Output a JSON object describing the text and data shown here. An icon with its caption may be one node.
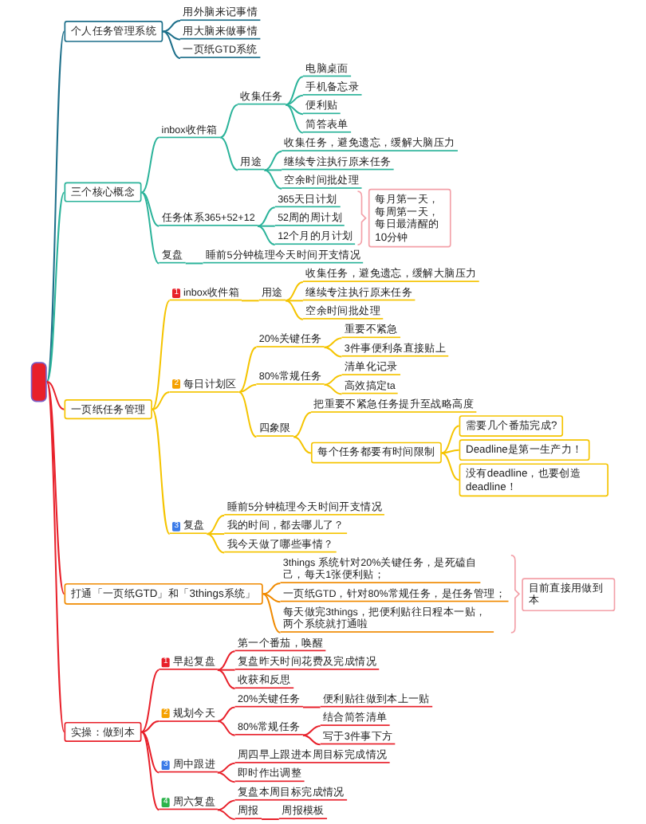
{
  "diagram": {
    "nodes": [
      {
        "text": [],
        "shape": "box"
      },
      {
        "text": [
          "个人任务管理系统"
        ]
      },
      {
        "text": [
          "用外脑来记事情"
        ]
      },
      {
        "text": [
          "用大脑来做事情"
        ]
      },
      {
        "text": [
          "一页纸GTD系统"
        ]
      },
      {
        "text": [
          "三个核心概念"
        ]
      },
      {
        "text": [
          "inbox收件箱"
        ]
      },
      {
        "text": [
          "收集任务"
        ]
      },
      {
        "text": [
          "电脑桌面"
        ]
      },
      {
        "text": [
          "手机备忘录"
        ]
      },
      {
        "text": [
          "便利贴"
        ]
      },
      {
        "text": [
          "简答表单"
        ]
      },
      {
        "text": [
          "用途"
        ]
      },
      {
        "text": [
          "收集任务，避免遗忘，缓解大脑压力"
        ]
      },
      {
        "text": [
          "继续专注执行原来任务"
        ]
      },
      {
        "text": [
          "空余时间批处理"
        ]
      },
      {
        "text": [
          "任务体系365+52+12"
        ]
      },
      {
        "text": [
          "365天日计划"
        ]
      },
      {
        "text": [
          "52周的周计划"
        ]
      },
      {
        "text": [
          "12个月的月计划"
        ]
      },
      {
        "text": [
          "每月第一天，每周第一天，每日最清醒的10分钟"
        ]
      },
      {
        "text": [
          "复盘"
        ]
      },
      {
        "text": [
          "睡前5分钟梳理今天时间开支情况"
        ]
      },
      {
        "text": [
          "一页纸任务管理"
        ]
      },
      {
        "text": [
          "1",
          "inbox收件箱"
        ]
      },
      {
        "text": [
          "用途"
        ]
      },
      {
        "text": [
          "收集任务，避免遗忘，缓解大脑压力"
        ]
      },
      {
        "text": [
          "继续专注执行原来任务"
        ]
      },
      {
        "text": [
          "空余时间批处理"
        ]
      },
      {
        "text": [
          "2",
          "每日计划区"
        ]
      },
      {
        "text": [
          "20%关键任务"
        ]
      },
      {
        "text": [
          "重要不紧急"
        ]
      },
      {
        "text": [
          "3件事便利条直接贴上"
        ]
      },
      {
        "text": [
          "80%常规任务"
        ]
      },
      {
        "text": [
          "清单化记录"
        ]
      },
      {
        "text": [
          "高效搞定ta"
        ]
      },
      {
        "text": [
          "四象限"
        ]
      },
      {
        "text": [
          "把重要不紧急任务提升至战略高度"
        ]
      },
      {
        "text": [
          "每个任务都要有时间限制"
        ]
      },
      {
        "text": [
          "需要几个番茄完成?"
        ]
      },
      {
        "text": [
          "Deadline是第一生产力！"
        ]
      },
      {
        "text": [
          "没有deadline，也要创造deadline！"
        ]
      },
      {
        "text": [
          "3",
          "复盘"
        ]
      },
      {
        "text": [
          "睡前5分钟梳理今天时间开支情况"
        ]
      },
      {
        "text": [
          "我的时间，都去哪儿了？"
        ]
      },
      {
        "text": [
          "我今天做了哪些事情？"
        ]
      },
      {
        "text": [
          "打通「一页纸GTD」和「3things系统」"
        ]
      },
      {
        "text": [
          "3things 系统针对20%关键任务，是死磕自己，每天1张便利贴；"
        ]
      },
      {
        "text": [
          "一页纸GTD，针对80%常规任务，是任务管理；"
        ]
      },
      {
        "text": [
          "每天做完3things，把便利贴往日程本一贴，两个系统就打通啦"
        ]
      },
      {
        "text": [
          "目前直接用做到本"
        ]
      },
      {
        "text": [
          "实操：做到本"
        ]
      },
      {
        "text": [
          "1",
          "早起复盘"
        ]
      },
      {
        "text": [
          "第一个番茄，唤醒"
        ]
      },
      {
        "text": [
          "复盘昨天时间花费及完成情况"
        ]
      },
      {
        "text": [
          "收获和反思"
        ]
      },
      {
        "text": [
          "2",
          "规划今天"
        ]
      },
      {
        "text": [
          "20%关键任务"
        ]
      },
      {
        "text": [
          "便利贴往做到本上一贴"
        ]
      },
      {
        "text": [
          "80%常规任务"
        ]
      },
      {
        "text": [
          "结合简答清单"
        ]
      },
      {
        "text": [
          "写于3件事下方"
        ]
      },
      {
        "text": [
          "3",
          "周中跟进"
        ]
      },
      {
        "text": [
          "周四早上跟进本周目标完成情况"
        ]
      },
      {
        "text": [
          "即时作出调整"
        ]
      },
      {
        "text": [
          "4",
          "周六复盘"
        ]
      },
      {
        "text": [
          "复盘本周目标完成情况"
        ]
      },
      {
        "text": [
          "周报"
        ]
      },
      {
        "text": [
          "周报模板"
        ]
      }
    ],
    "edges": [
      {
        "from": 0,
        "to": 1,
        "arrow": "none",
        "color": "#1d6f8a"
      },
      {
        "from": 1,
        "to": 2,
        "arrow": "none",
        "color": "#1d6f8a"
      },
      {
        "from": 1,
        "to": 3,
        "arrow": "none",
        "color": "#1d6f8a"
      },
      {
        "from": 1,
        "to": 4,
        "arrow": "none",
        "color": "#1d6f8a"
      },
      {
        "from": 0,
        "to": 5,
        "arrow": "none",
        "color": "#2bb39a"
      },
      {
        "from": 5,
        "to": 6,
        "arrow": "none",
        "color": "#2bb39a"
      },
      {
        "from": 6,
        "to": 7,
        "arrow": "none",
        "color": "#2bb39a"
      },
      {
        "from": 7,
        "to": 8,
        "arrow": "none",
        "color": "#2bb39a"
      },
      {
        "from": 7,
        "to": 9,
        "arrow": "none",
        "color": "#2bb39a"
      },
      {
        "from": 7,
        "to": 10,
        "arrow": "none",
        "color": "#2bb39a"
      },
      {
        "from": 7,
        "to": 11,
        "arrow": "none",
        "color": "#2bb39a"
      },
      {
        "from": 6,
        "to": 12,
        "arrow": "none",
        "color": "#2bb39a"
      },
      {
        "from": 12,
        "to": 13,
        "arrow": "none",
        "color": "#2bb39a"
      },
      {
        "from": 12,
        "to": 14,
        "arrow": "none",
        "color": "#2bb39a"
      },
      {
        "from": 12,
        "to": 15,
        "arrow": "none",
        "color": "#2bb39a"
      },
      {
        "from": 5,
        "to": 16,
        "arrow": "none",
        "color": "#2bb39a"
      },
      {
        "from": 16,
        "to": 17,
        "arrow": "none",
        "color": "#2bb39a"
      },
      {
        "from": 16,
        "to": 18,
        "arrow": "none",
        "color": "#2bb39a"
      },
      {
        "from": 16,
        "to": 19,
        "arrow": "none",
        "color": "#2bb39a"
      },
      {
        "from": 5,
        "to": 21,
        "arrow": "none",
        "color": "#2bb39a"
      },
      {
        "from": 21,
        "to": 22,
        "arrow": "none",
        "color": "#2bb39a"
      },
      {
        "from": 0,
        "to": 23,
        "arrow": "none",
        "color": "#e8202a"
      },
      {
        "from": 23,
        "to": 24,
        "arrow": "none",
        "color": "#f5c400"
      },
      {
        "from": 24,
        "to": 25,
        "arrow": "none",
        "color": "#f5c400"
      },
      {
        "from": 25,
        "to": 26,
        "arrow": "none",
        "color": "#f5c400"
      },
      {
        "from": 25,
        "to": 27,
        "arrow": "none",
        "color": "#f5c400"
      },
      {
        "from": 25,
        "to": 28,
        "arrow": "none",
        "color": "#f5c400"
      },
      {
        "from": 23,
        "to": 29,
        "arrow": "none",
        "color": "#f5c400"
      },
      {
        "from": 29,
        "to": 30,
        "arrow": "none",
        "color": "#f5c400"
      },
      {
        "from": 30,
        "to": 31,
        "arrow": "none",
        "color": "#f5c400"
      },
      {
        "from": 30,
        "to": 32,
        "arrow": "none",
        "color": "#f5c400"
      },
      {
        "from": 29,
        "to": 33,
        "arrow": "none",
        "color": "#f5c400"
      },
      {
        "from": 33,
        "to": 34,
        "arrow": "none",
        "color": "#f5c400"
      },
      {
        "from": 33,
        "to": 35,
        "arrow": "none",
        "color": "#f5c400"
      },
      {
        "from": 29,
        "to": 36,
        "arrow": "none",
        "color": "#f5c400"
      },
      {
        "from": 36,
        "to": 37,
        "arrow": "none",
        "color": "#f5c400"
      },
      {
        "from": 36,
        "to": 38,
        "arrow": "none",
        "color": "#f5c400"
      },
      {
        "from": 38,
        "to": 39,
        "arrow": "none",
        "color": "#f5c400"
      },
      {
        "from": 38,
        "to": 40,
        "arrow": "none",
        "color": "#f5c400"
      },
      {
        "from": 38,
        "to": 41,
        "arrow": "none",
        "color": "#f5c400"
      },
      {
        "from": 23,
        "to": 42,
        "arrow": "none",
        "color": "#f5c400"
      },
      {
        "from": 42,
        "to": 43,
        "arrow": "none",
        "color": "#f5c400"
      },
      {
        "from": 42,
        "to": 44,
        "arrow": "none",
        "color": "#f5c400"
      },
      {
        "from": 42,
        "to": 45,
        "arrow": "none",
        "color": "#f5c400"
      },
      {
        "from": 0,
        "to": 46,
        "arrow": "none",
        "color": "#e8202a"
      },
      {
        "from": 46,
        "to": 47,
        "arrow": "none",
        "color": "#f08a00"
      },
      {
        "from": 46,
        "to": 48,
        "arrow": "none",
        "color": "#f08a00"
      },
      {
        "from": 46,
        "to": 49,
        "arrow": "none",
        "color": "#f08a00"
      },
      {
        "from": 0,
        "to": 51,
        "arrow": "none",
        "color": "#e8202a"
      },
      {
        "from": 51,
        "to": 52,
        "arrow": "none",
        "color": "#e8202a"
      },
      {
        "from": 52,
        "to": 53,
        "arrow": "none",
        "color": "#e8202a"
      },
      {
        "from": 52,
        "to": 54,
        "arrow": "none",
        "color": "#e8202a"
      },
      {
        "from": 52,
        "to": 55,
        "arrow": "none",
        "color": "#e8202a"
      },
      {
        "from": 51,
        "to": 56,
        "arrow": "none",
        "color": "#e8202a"
      },
      {
        "from": 56,
        "to": 57,
        "arrow": "none",
        "color": "#e8202a"
      },
      {
        "from": 57,
        "to": 58,
        "arrow": "none",
        "color": "#e8202a"
      },
      {
        "from": 56,
        "to": 59,
        "arrow": "none",
        "color": "#e8202a"
      },
      {
        "from": 59,
        "to": 60,
        "arrow": "none",
        "color": "#e8202a"
      },
      {
        "from": 59,
        "to": 61,
        "arrow": "none",
        "color": "#e8202a"
      },
      {
        "from": 51,
        "to": 62,
        "arrow": "none",
        "color": "#e8202a"
      },
      {
        "from": 62,
        "to": 63,
        "arrow": "none",
        "color": "#e8202a"
      },
      {
        "from": 62,
        "to": 64,
        "arrow": "none",
        "color": "#e8202a"
      },
      {
        "from": 51,
        "to": 65,
        "arrow": "none",
        "color": "#e8202a"
      },
      {
        "from": 65,
        "to": 66,
        "arrow": "none",
        "color": "#e8202a"
      },
      {
        "from": 65,
        "to": 67,
        "arrow": "none",
        "color": "#e8202a"
      },
      {
        "from": 67,
        "to": 68,
        "arrow": "none",
        "color": "#e8202a"
      }
    ]
  }
}
